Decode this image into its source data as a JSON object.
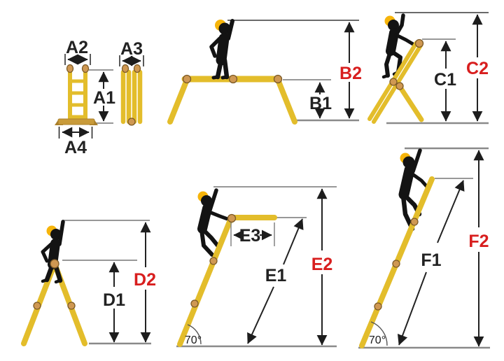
{
  "colors": {
    "background": "#ffffff",
    "ladder": "#e3bd2b",
    "ladder_base": "#c99b3a",
    "ladder_base_dark": "#a97f2a",
    "hinge": "#cf9852",
    "hinge_border": "#7c5a26",
    "person": "#131313",
    "helmet": "#f6b40a",
    "dim": "#222222",
    "dim_red": "#d81e1e",
    "refline": "#8a8a8a"
  },
  "diagrams": {
    "A": {
      "labels": {
        "a1": "A1",
        "a2": "A2",
        "a3": "A3",
        "a4": "A4"
      }
    },
    "B": {
      "labels": {
        "b1": "B1",
        "b2": "B2"
      }
    },
    "C": {
      "labels": {
        "c1": "C1",
        "c2": "C2"
      }
    },
    "D": {
      "labels": {
        "d1": "D1",
        "d2": "D2"
      }
    },
    "E": {
      "labels": {
        "e1": "E1",
        "e2": "E2",
        "e3": "E3"
      },
      "angle": "70°"
    },
    "F": {
      "labels": {
        "f1": "F1",
        "f2": "F2"
      },
      "angle": "70°"
    }
  }
}
